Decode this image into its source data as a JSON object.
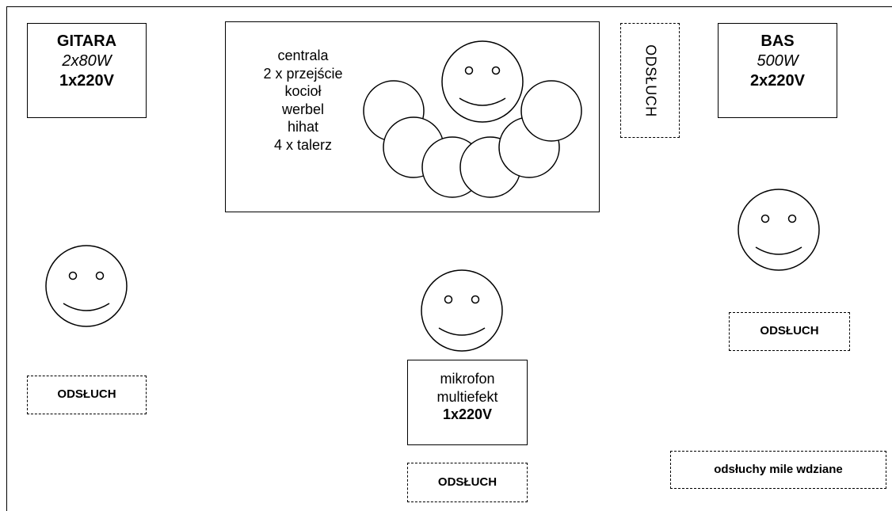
{
  "amps": {
    "guitar": {
      "title": "GITARA",
      "power": "2x80W",
      "supply": "1x220V"
    },
    "bass": {
      "title": "BAS",
      "power": "500W",
      "supply": "2x220V"
    }
  },
  "drums": {
    "lines": [
      "centrala",
      "2 x przejście",
      "kocioł",
      "werbel",
      "hihat",
      "4 x talerz"
    ]
  },
  "vocal_rack": {
    "lines": [
      "mikrofon",
      "multiefekt"
    ],
    "supply": "1x220V"
  },
  "monitors": {
    "top": "ODSŁUCH",
    "bass": "ODSŁUCH",
    "guitar": "ODSŁUCH",
    "vocal": "ODSŁUCH"
  },
  "note": "odsłuchy mile wdziane"
}
